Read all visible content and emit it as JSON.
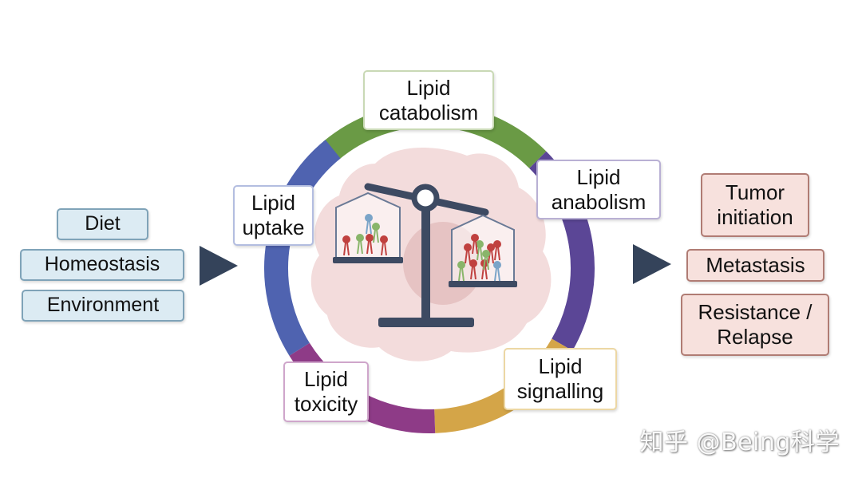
{
  "inputs": [
    "Diet",
    "Homeostasis",
    "Environment"
  ],
  "processes": {
    "catabolism": {
      "label": "Lipid\ncatabolism",
      "color": "#6a9a45",
      "border": "#c9d9b5"
    },
    "anabolism": {
      "label": "Lipid\nanabolism",
      "color": "#5b4696",
      "border": "#b9b0d4"
    },
    "signalling": {
      "label": "Lipid\nsignalling",
      "color": "#d4a548",
      "border": "#ecd7a4"
    },
    "toxicity": {
      "label": "Lipid\ntoxicity",
      "color": "#8e3b87",
      "border": "#cfa6cb"
    },
    "uptake": {
      "label": "Lipid\nuptake",
      "color": "#4f63b0",
      "border": "#b3bde0"
    }
  },
  "outputs": [
    "Tumor\ninitiation",
    "Metastasis",
    "Resistance /\nRelapse"
  ],
  "colors": {
    "arrow": "#34435a",
    "cell": "#f3dcdc",
    "nucleus": "#e6c3c3",
    "scale": "#3d4a62",
    "lipid_red": "#c0413f",
    "lipid_green": "#89b56a",
    "lipid_blue": "#7aa4c8"
  },
  "watermark": "知乎 @Being科学"
}
